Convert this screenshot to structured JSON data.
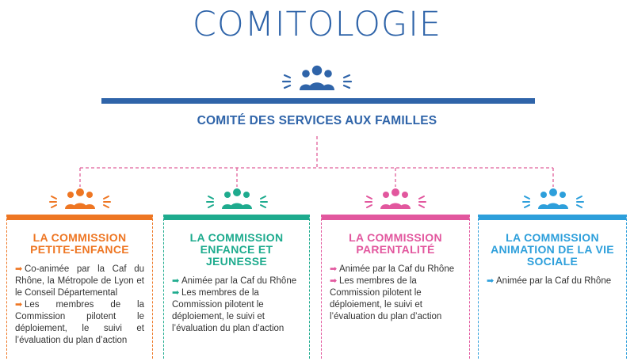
{
  "title": "COMITOLOGIE",
  "committee": {
    "label": "COMITÉ DES SERVICES AUX FAMILLES",
    "icon": "group-icon",
    "color": "#2f64a9"
  },
  "commissions": [
    {
      "title": "LA COMMISSION PETITE-ENFANCE",
      "color": "#ee7623",
      "icon": "group-icon",
      "items": [
        "Co-animée par la Caf du Rhône, la Métropole de Lyon et le Conseil Départemental",
        "Les membres de la Commission pilotent le déploiement, le suivi et l’évaluation du plan d’action"
      ]
    },
    {
      "title": "LA COMMISSION ENFANCE ET JEUNESSE",
      "color": "#1eab8e",
      "icon": "group-icon",
      "items": [
        "Animée par la Caf du Rhône",
        "Les membres de la Commission pilotent le déploiement, le suivi et l’évaluation du plan d’action"
      ]
    },
    {
      "title": "LA COMMISSION PARENTALITÉ",
      "color": "#e2579e",
      "icon": "group-icon",
      "items": [
        "Animée par la Caf du Rhône",
        "Les membres de la Commission pilotent le déploiement, le suivi et l’évaluation du plan d’action"
      ]
    },
    {
      "title": "LA COMMISSION ANIMATION DE LA VIE SOCIALE",
      "color": "#2d9fdb",
      "icon": "group-icon",
      "items": [
        "Animée par la Caf du Rhône"
      ]
    }
  ]
}
